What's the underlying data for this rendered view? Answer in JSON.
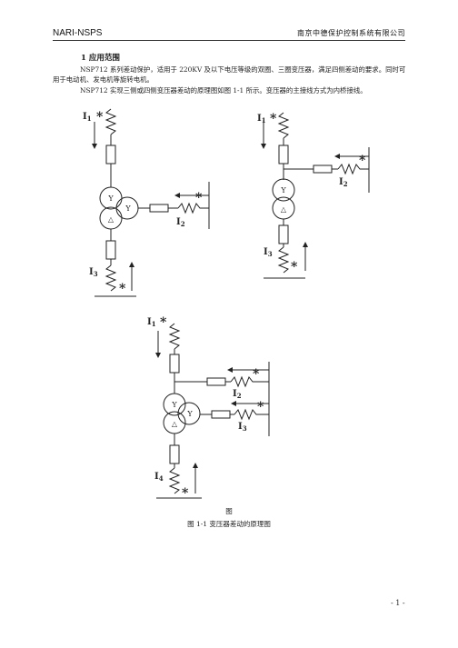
{
  "header": {
    "left": "NARI-NSPS",
    "right": "南京中德保护控制系统有限公司"
  },
  "section_title": "1 应用范围",
  "paragraphs": [
    "NSP712 系列差动保护，适用于 220KV 及以下电压等级的双圈、三圈变压器，满足四侧差动的要求。同时可用于电动机、发电机等旋转电机。",
    "NSP712 实现三侧或四侧变压器差动的原理图如图 1-1 所示。变压器的主接线方式为内桥接线。"
  ],
  "figure": {
    "current_labels": {
      "i1": "I",
      "i2": "I",
      "i3": "I",
      "i4": "I",
      "sub1": "1",
      "sub2": "2",
      "sub3": "3",
      "sub4": "4"
    },
    "star": "*",
    "winding_y": "Y",
    "winding_delta": "△",
    "label_short": "图",
    "caption": "图 1-1 变压器差动的原理图"
  },
  "page_number": "- 1 -"
}
